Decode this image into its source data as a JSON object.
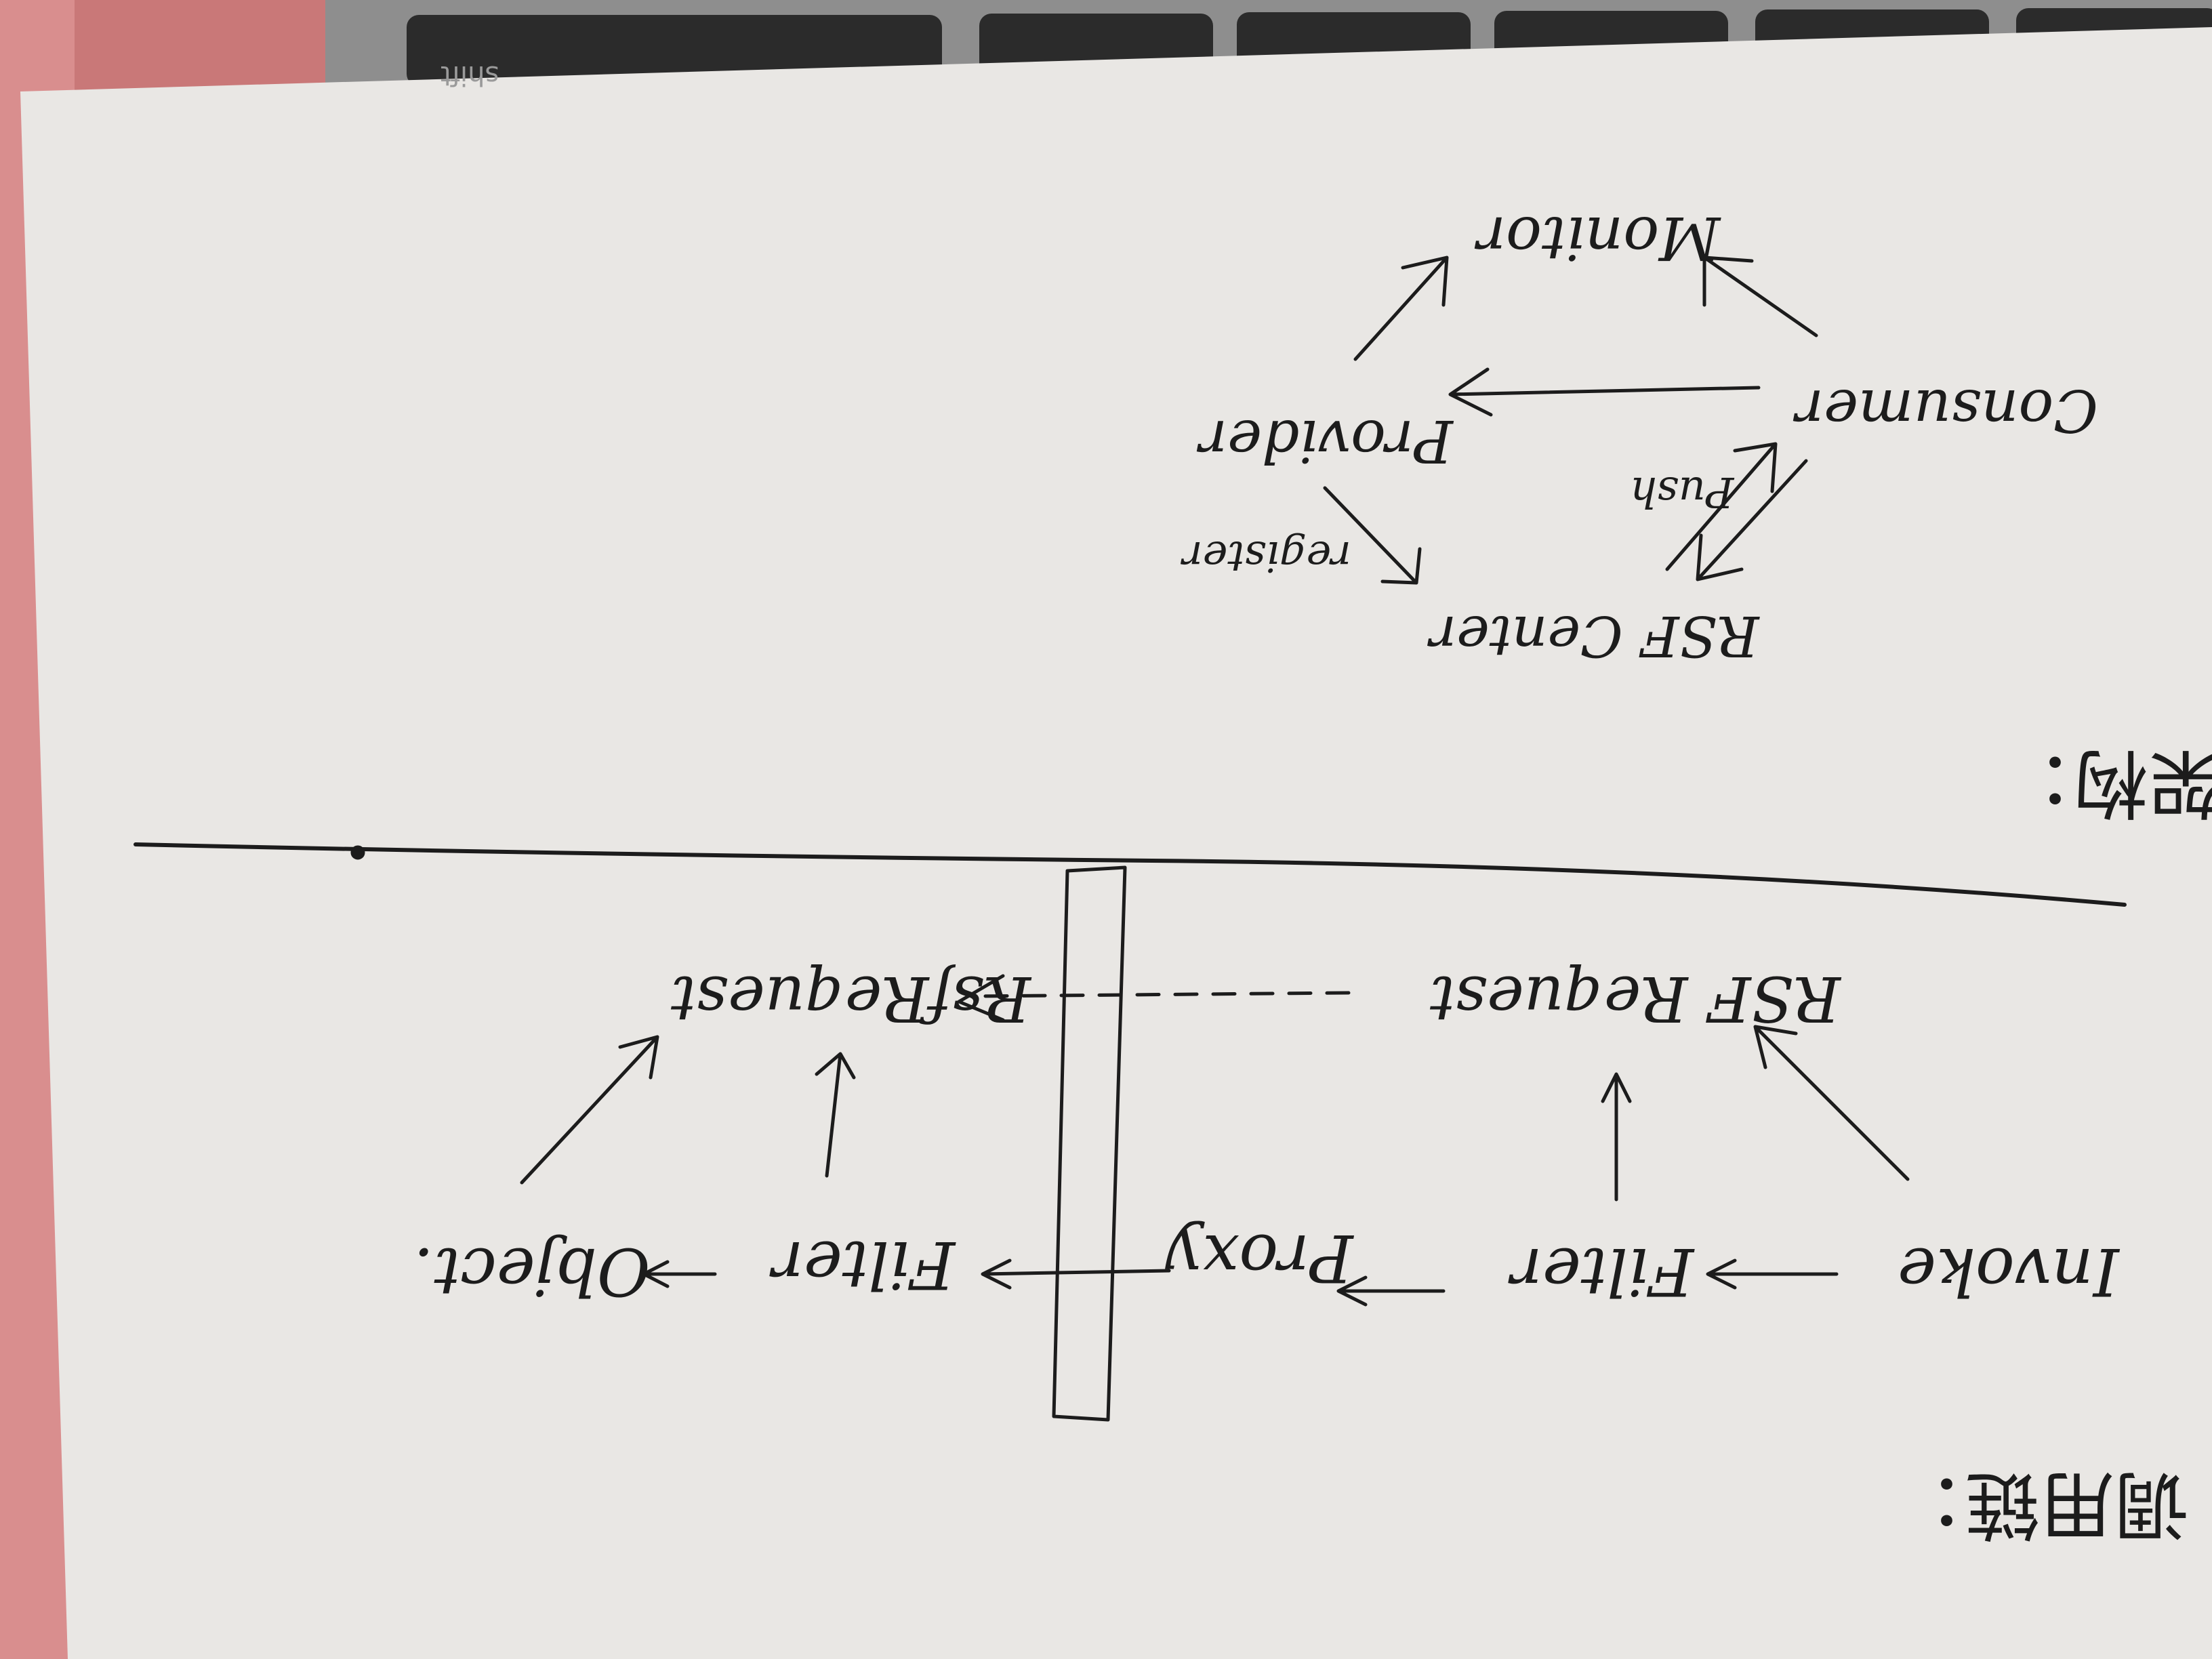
{
  "keyboard_key_fragment": "shift",
  "diagram_top": {
    "heading": "架构：",
    "nodes": {
      "monitor": "Monitor",
      "consumer": "Consumer",
      "provider": "Provider",
      "center": "RSF Center"
    },
    "edge_labels": {
      "push": "Push",
      "register": "register"
    }
  },
  "diagram_bottom": {
    "heading": "调用链：",
    "chain": [
      "Invoke",
      "Filter",
      "Proxy",
      "Filter",
      "Object."
    ],
    "request_left": "RSF Request",
    "request_right": "RsfRequest"
  },
  "colors": {
    "paper": "#e9e7e4",
    "ink": "#1c1c1c",
    "laptop": "#8b8b8b",
    "fabric": "#d88a8a"
  }
}
